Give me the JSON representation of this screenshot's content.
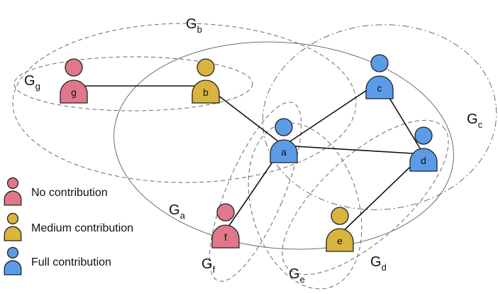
{
  "colors": {
    "none": "#e0778a",
    "medium": "#d9b43e",
    "full": "#5b9be8",
    "outline": "#222222",
    "group_stroke": "#6b6b6b"
  },
  "nodes": [
    {
      "id": "g",
      "label": "g",
      "level": "none"
    },
    {
      "id": "b",
      "label": "b",
      "level": "medium"
    },
    {
      "id": "c",
      "label": "c",
      "level": "full"
    },
    {
      "id": "a",
      "label": "a",
      "level": "full"
    },
    {
      "id": "d",
      "label": "d",
      "level": "full"
    },
    {
      "id": "f",
      "label": "f",
      "level": "none"
    },
    {
      "id": "e",
      "label": "e",
      "level": "medium"
    }
  ],
  "edges": [
    [
      "g",
      "b"
    ],
    [
      "b",
      "a"
    ],
    [
      "a",
      "c"
    ],
    [
      "a",
      "d"
    ],
    [
      "c",
      "d"
    ],
    [
      "a",
      "f"
    ],
    [
      "d",
      "e"
    ]
  ],
  "groups": [
    {
      "id": "Ga",
      "base": "G",
      "sub": "a",
      "style": "solid"
    },
    {
      "id": "Gb",
      "base": "G",
      "sub": "b",
      "style": "dashed"
    },
    {
      "id": "Gc",
      "base": "G",
      "sub": "c",
      "style": "dashdot"
    },
    {
      "id": "Gd",
      "base": "G",
      "sub": "d",
      "style": "dashed"
    },
    {
      "id": "Ge",
      "base": "G",
      "sub": "e",
      "style": "dashed"
    },
    {
      "id": "Gf",
      "base": "G",
      "sub": "f",
      "style": "dashed"
    },
    {
      "id": "Gg",
      "base": "G",
      "sub": "g",
      "style": "dashed"
    }
  ],
  "legend": [
    {
      "label": "No contribution",
      "level": "none"
    },
    {
      "label": "Medium contribution",
      "level": "medium"
    },
    {
      "label": "Full contribution",
      "level": "full"
    }
  ]
}
